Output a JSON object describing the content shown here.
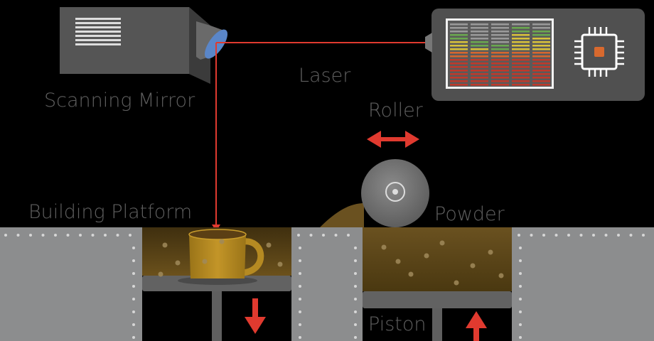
{
  "labels": {
    "scanning_mirror": "Scanning Mirror",
    "laser": "Laser",
    "roller": "Roller",
    "building_platform": "Building Platform",
    "powder": "Powder",
    "piston": "Piston"
  },
  "colors": {
    "background": "#000000",
    "laser_beam": "#e03a2f",
    "arrow": "#e03a2f",
    "wall": "#8c8d8e",
    "powder": "#5f4818",
    "cup": "#b58a22",
    "label_text": "#5f5f5f",
    "controller_panel": "#505050"
  },
  "icons": {
    "controller_chip": "cpu-chip-icon",
    "roller_arrow": "double-horizontal-arrow-icon",
    "platform_arrow": "arrow-down-icon",
    "piston_arrow": "arrow-up-icon"
  }
}
